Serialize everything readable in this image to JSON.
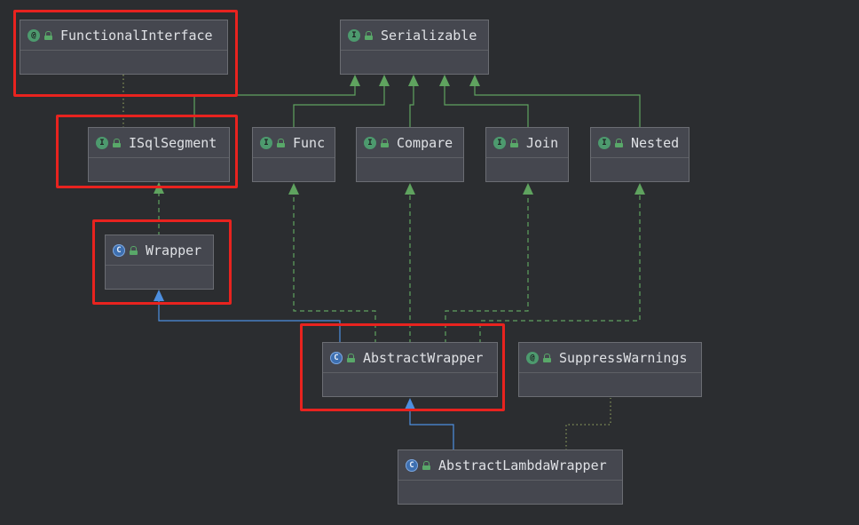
{
  "colors": {
    "background": "#2b2d30",
    "node_fill": "#45474f",
    "implements_edge": "#5fa35f",
    "extends_edge": "#4d8fe0",
    "dependency_edge": "#8a9a5b",
    "highlight": "#e8231f"
  },
  "nodes": {
    "functional_interface": {
      "name": "FunctionalInterface",
      "badge": "@",
      "kind": "annotation",
      "icon": "annotation-icon"
    },
    "serializable": {
      "name": "Serializable",
      "badge": "I",
      "kind": "interface",
      "icon": "interface-icon"
    },
    "isqlsegment": {
      "name": "ISqlSegment",
      "badge": "I",
      "kind": "interface",
      "icon": "interface-icon"
    },
    "func": {
      "name": "Func",
      "badge": "I",
      "kind": "interface",
      "icon": "interface-icon"
    },
    "compare": {
      "name": "Compare",
      "badge": "I",
      "kind": "interface",
      "icon": "interface-icon"
    },
    "join": {
      "name": "Join",
      "badge": "I",
      "kind": "interface",
      "icon": "interface-icon"
    },
    "nested": {
      "name": "Nested",
      "badge": "I",
      "kind": "interface",
      "icon": "interface-icon"
    },
    "wrapper": {
      "name": "Wrapper",
      "badge": "C",
      "kind": "abstract-class",
      "icon": "abstract-class-icon"
    },
    "abstract_wrapper": {
      "name": "AbstractWrapper",
      "badge": "C",
      "kind": "abstract-class",
      "icon": "abstract-class-icon"
    },
    "suppress_warnings": {
      "name": "SuppressWarnings",
      "badge": "@",
      "kind": "annotation",
      "icon": "annotation-icon"
    },
    "abstract_lambda_wrapper": {
      "name": "AbstractLambdaWrapper",
      "badge": "C",
      "kind": "abstract-class",
      "icon": "abstract-class-icon"
    }
  },
  "relations": [
    {
      "from": "isqlsegment",
      "to": "serializable",
      "type": "extends-interface"
    },
    {
      "from": "func",
      "to": "serializable",
      "type": "extends-interface"
    },
    {
      "from": "compare",
      "to": "serializable",
      "type": "extends-interface"
    },
    {
      "from": "join",
      "to": "serializable",
      "type": "extends-interface"
    },
    {
      "from": "nested",
      "to": "serializable",
      "type": "extends-interface"
    },
    {
      "from": "isqlsegment",
      "to": "functional_interface",
      "type": "annotated-with"
    },
    {
      "from": "wrapper",
      "to": "isqlsegment",
      "type": "implements"
    },
    {
      "from": "abstract_wrapper",
      "to": "wrapper",
      "type": "extends"
    },
    {
      "from": "abstract_wrapper",
      "to": "func",
      "type": "implements"
    },
    {
      "from": "abstract_wrapper",
      "to": "compare",
      "type": "implements"
    },
    {
      "from": "abstract_wrapper",
      "to": "join",
      "type": "implements"
    },
    {
      "from": "abstract_wrapper",
      "to": "nested",
      "type": "implements"
    },
    {
      "from": "abstract_lambda_wrapper",
      "to": "abstract_wrapper",
      "type": "extends"
    },
    {
      "from": "abstract_lambda_wrapper",
      "to": "suppress_warnings",
      "type": "annotated-with"
    }
  ],
  "highlighted": [
    "functional_interface",
    "isqlsegment",
    "wrapper",
    "abstract_wrapper"
  ]
}
